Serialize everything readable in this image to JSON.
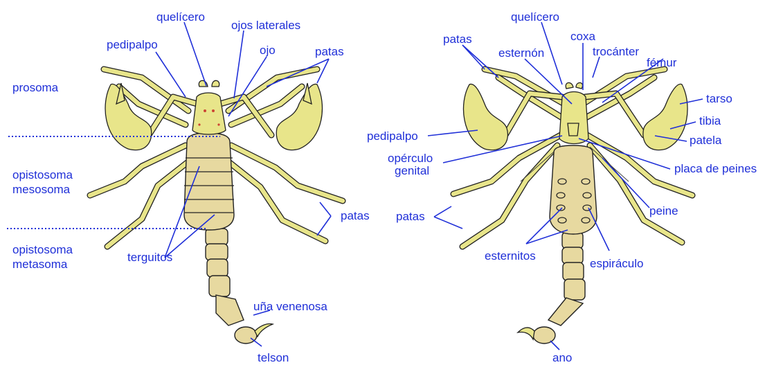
{
  "colors": {
    "label": "#1f2fd8",
    "body": "#e7d9a0",
    "limbs": "#e8e58a",
    "outline": "#222222"
  },
  "dorsal": {
    "labels": {
      "queliceros": "quelícero",
      "ojos_laterales": "ojos laterales",
      "pedipalpo": "pedipalpo",
      "ojo": "ojo",
      "patas_top": "patas",
      "prosoma": "prosoma",
      "opistosoma1": "opistosoma",
      "mesosoma": "mesosoma",
      "opistosoma2": "opistosoma",
      "metasoma": "metasoma",
      "terguitos": "terguitos",
      "patas_right": "patas",
      "una_venenosa": "uña venenosa",
      "telson": "telson"
    }
  },
  "ventral": {
    "labels": {
      "queliceros": "quelícero",
      "patas_top": "patas",
      "coxa": "coxa",
      "esternon": "esternón",
      "trocanter": "trocánter",
      "femur": "fémur",
      "tarso": "tarso",
      "tibia": "tibia",
      "pedipalpo": "pedipalpo",
      "patela": "patela",
      "operculo1": "opérculo",
      "operculo2": "genital",
      "placa_peines": "placa de peines",
      "patas_left": "patas",
      "peine": "peine",
      "esternitos": "esternitos",
      "espiraculo": "espiráculo",
      "ano": "ano"
    }
  }
}
